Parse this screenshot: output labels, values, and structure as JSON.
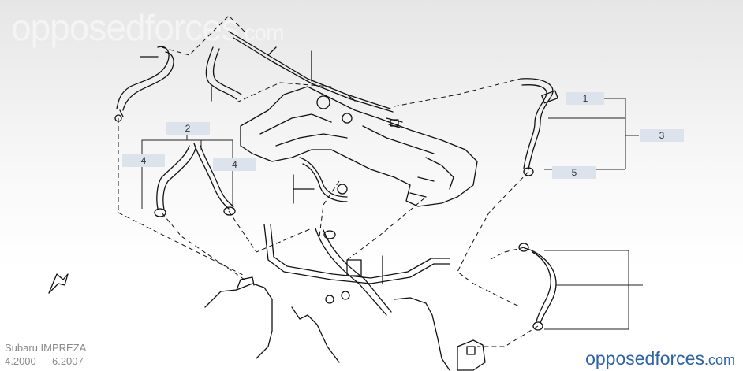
{
  "watermark": {
    "main": "opposedforces",
    "suffix": ".com"
  },
  "callouts": [
    {
      "id": "1",
      "label": "1"
    },
    {
      "id": "2",
      "label": "2"
    },
    {
      "id": "3",
      "label": "3"
    },
    {
      "id": "4a",
      "label": "4"
    },
    {
      "id": "4b",
      "label": "4"
    },
    {
      "id": "5",
      "label": "5"
    }
  ],
  "vehicle": {
    "model": "Subaru IMPREZA",
    "years": "4.2000 — 6.2007"
  },
  "brand": {
    "main": "opposedforces",
    "suffix": ".com",
    "color": "#2c62a8"
  }
}
